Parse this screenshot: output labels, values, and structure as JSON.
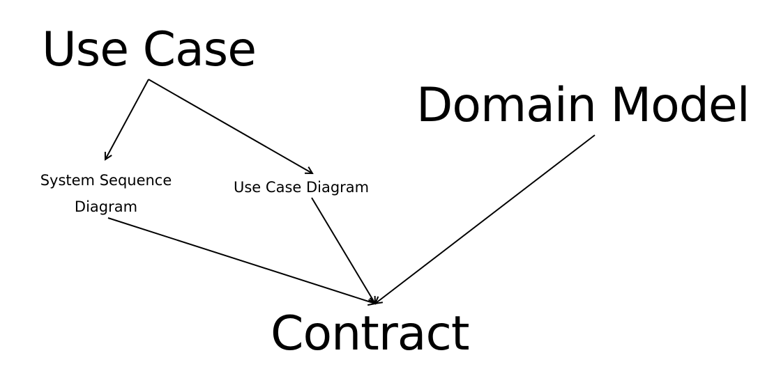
{
  "nodes": {
    "use_case": "Use Case",
    "domain_model": "Domain Model",
    "system_sequence_diagram": [
      "System Sequence",
      "Diagram"
    ],
    "use_case_diagram": "Use Case Diagram",
    "contract": "Contract"
  },
  "edges": [
    {
      "from": "use_case",
      "to": "system_sequence_diagram"
    },
    {
      "from": "use_case",
      "to": "use_case_diagram"
    },
    {
      "from": "system_sequence_diagram",
      "to": "contract"
    },
    {
      "from": "use_case_diagram",
      "to": "contract"
    },
    {
      "from": "domain_model",
      "to": "contract"
    }
  ],
  "colors": {
    "stroke": "#000000",
    "text": "#000000",
    "background": "#ffffff"
  }
}
